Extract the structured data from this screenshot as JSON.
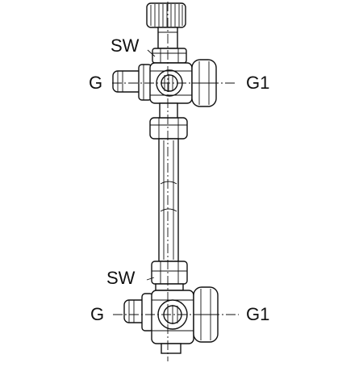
{
  "labels": {
    "upper_sw": "SW",
    "upper_g": "G",
    "upper_g1": "G1",
    "lower_sw": "SW",
    "lower_g": "G",
    "lower_g1": "G1"
  }
}
